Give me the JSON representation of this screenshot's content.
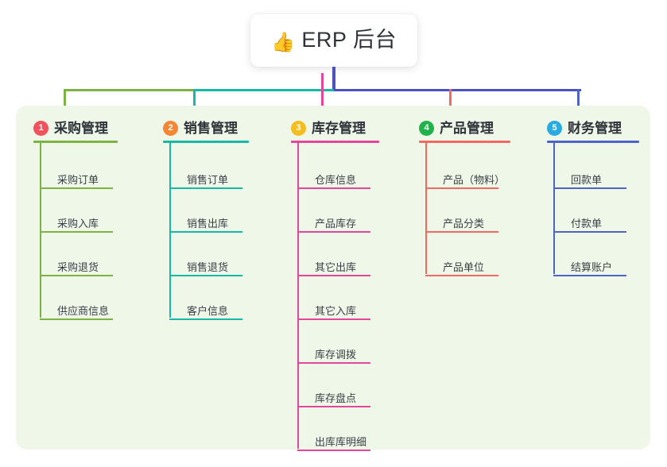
{
  "title": {
    "emoji": "👍",
    "emoji_name": "thumbs-up-emoji",
    "text": "ERP 后台"
  },
  "colors": {
    "panel_bg": "#EFF7E9",
    "stem": "#4C51BF",
    "col1": "#7CB342",
    "col2": "#17B8A6",
    "col3": "#E3469A",
    "col4": "#F4695F",
    "col5": "#4E63C8",
    "badge1": "#F0525E",
    "badge2": "#F58634",
    "badge3": "#F5BE20",
    "badge4": "#22B24C",
    "badge5": "#29ABE2"
  },
  "columns": [
    {
      "index": "1",
      "title": "采购管理",
      "badge_color": "#F0525E",
      "line_color": "#7CB342",
      "items": [
        "采购订单",
        "采购入库",
        "采购退货",
        "供应商信息"
      ]
    },
    {
      "index": "2",
      "title": "销售管理",
      "badge_color": "#F58634",
      "line_color": "#17B8A6",
      "items": [
        "销售订单",
        "销售出库",
        "销售退货",
        "客户信息"
      ]
    },
    {
      "index": "3",
      "title": "库存管理",
      "badge_color": "#F5BE20",
      "line_color": "#E3469A",
      "items": [
        "仓库信息",
        "产品库存",
        "其它出库",
        "其它入库",
        "库存调拨",
        "库存盘点",
        "出库库明细"
      ]
    },
    {
      "index": "4",
      "title": "产品管理",
      "badge_color": "#22B24C",
      "line_color": "#F4695F",
      "items": [
        "产品（物料）",
        "产品分类",
        "产品单位"
      ]
    },
    {
      "index": "5",
      "title": "财务管理",
      "badge_color": "#29ABE2",
      "line_color": "#4E63C8",
      "items": [
        "回款单",
        "付款单",
        "结算账户"
      ]
    }
  ]
}
